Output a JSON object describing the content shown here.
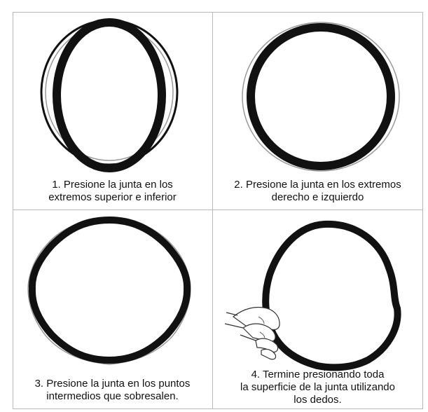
{
  "steps": [
    {
      "number": 1,
      "caption": "1. Presione la junta en los\nextremos superior e inferior"
    },
    {
      "number": 2,
      "caption": "2. Presione la junta en los extremos\nderecho e izquierdo"
    },
    {
      "number": 3,
      "caption": "3. Presione la junta en los puntos\nintermedios que sobresalen."
    },
    {
      "number": 4,
      "caption": "4. Termine presionando toda\nla superficie de la junta utilizando\nlos dedos."
    }
  ],
  "colors": {
    "ring": "#111111",
    "outline": "#999999",
    "border": "#b9b9b9"
  }
}
